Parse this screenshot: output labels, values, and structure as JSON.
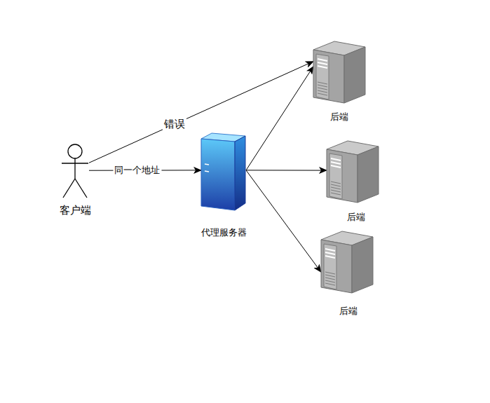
{
  "diagram": {
    "nodes": [
      {
        "text": [
          "客户端"
        ]
      },
      {
        "text": [
          "代理服务器"
        ]
      },
      {
        "text": [
          "后端"
        ]
      },
      {
        "text": [
          "后端"
        ]
      },
      {
        "text": [
          "后端"
        ]
      }
    ],
    "edges": [
      {
        "from": 0,
        "to": 2,
        "label": "错误",
        "arrow": "to"
      },
      {
        "from": 0,
        "to": 1,
        "label": "同一个地址",
        "arrow": "to"
      },
      {
        "from": 1,
        "to": 2,
        "arrow": "to"
      },
      {
        "from": 1,
        "to": 3,
        "arrow": "to"
      },
      {
        "from": 1,
        "to": 4,
        "arrow": "to"
      }
    ]
  }
}
